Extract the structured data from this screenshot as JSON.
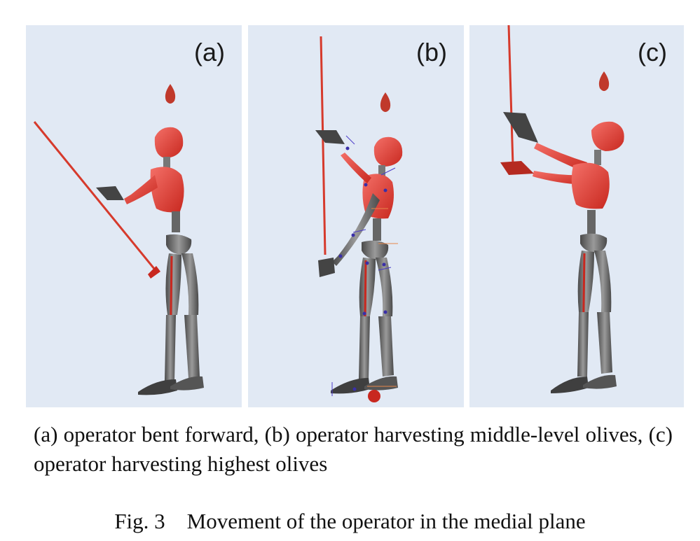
{
  "panels": [
    {
      "label": "(a)",
      "pose": "bent-forward"
    },
    {
      "label": "(b)",
      "pose": "middle-level-harvest"
    },
    {
      "label": "(c)",
      "pose": "highest-harvest"
    }
  ],
  "caption": "(a) operator bent forward, (b) operator harvesting middle-level olives, (c) operator harvesting highest olives",
  "figure_title": "Fig. 3    Movement of the operator in the medial plane",
  "colors": {
    "panel_background": "#e1e9f4",
    "body_red": "#e8453c",
    "limb_gray": "#6b6b6b",
    "pole_red": "#d63a2c"
  }
}
